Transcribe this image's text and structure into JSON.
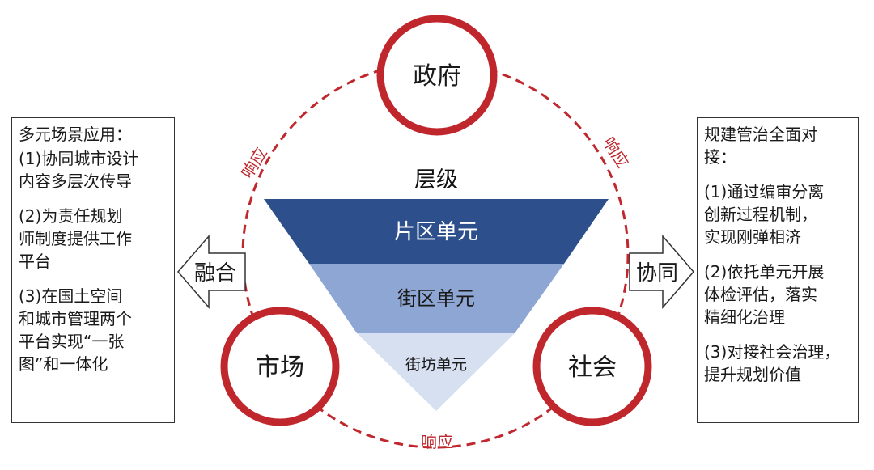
{
  "diagram": {
    "nodes": {
      "top": "政府",
      "left": "市场",
      "right": "社会"
    },
    "response_label": "响应",
    "hierarchy_title": "层级",
    "levels": [
      "片区单元",
      "街区单元",
      "街坊单元"
    ],
    "arrows": {
      "left": "融合",
      "right": "协同"
    },
    "colors": {
      "ring": "#c0272d",
      "dashed": "#c0272d",
      "level1": "#2d4f8c",
      "level2": "#8ea6d4",
      "level3": "#d7e0f1"
    }
  },
  "left_panel": {
    "title": "多元场景应用：",
    "items": [
      "(1)协同城市设计\n内容多层次传导",
      "(2)为责任规划\n师制度提供工作\n平台",
      "(3)在国土空间\n和城市管理两个\n平台实现“一张\n图”和一体化"
    ]
  },
  "right_panel": {
    "title": "规建管治全面对\n接：",
    "items": [
      "(1)通过编审分离\n创新过程机制，\n实现刚弹相济",
      "(2)依托单元开展\n体检评估，落实\n精细化治理",
      "(3)对接社会治理，\n提升规划价值"
    ]
  }
}
